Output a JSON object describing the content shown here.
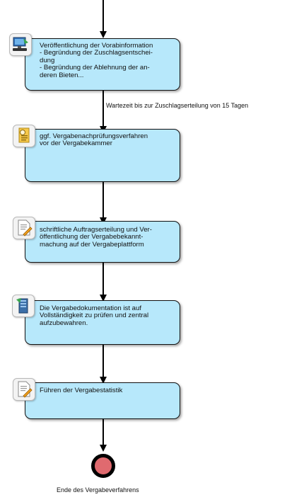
{
  "steps": [
    {
      "id": "step1",
      "icon": "computer-icon",
      "text": "Veröffentlichung der Vorabinformation\n- Begründung der Zuschlagsentschei-\ndung\n- Begründung der Ablehnung der an-\nderen Bieten..."
    },
    {
      "id": "step2",
      "icon": "document-check-icon",
      "text": "ggf. Vergabenachprüfungsverfahren\nvor der Vergabekammer"
    },
    {
      "id": "step3",
      "icon": "document-edit-icon",
      "text": "schriftliche Auftragserteilung und Ver-\nöffentlichung der Vergabebekannt-\nmachung auf der Vergabeplattform"
    },
    {
      "id": "step4",
      "icon": "server-icon",
      "text": "Die Vergabedokumentation ist auf\nVollständigkeit zu prüfen und zentral\naufzubewahren."
    },
    {
      "id": "step5",
      "icon": "document-edit-icon",
      "text": "Führen der Vergabestatistik"
    }
  ],
  "transition_label": "Wartezeit bis zur Zuschlagserteilung von 15 Tagen",
  "end": {
    "label": "Ende des Vergabeverfahrens",
    "fill_color": "#e06a6f"
  },
  "colors": {
    "box_fill": "#b7e8fb",
    "box_border": "#111111",
    "line": "#000000"
  }
}
